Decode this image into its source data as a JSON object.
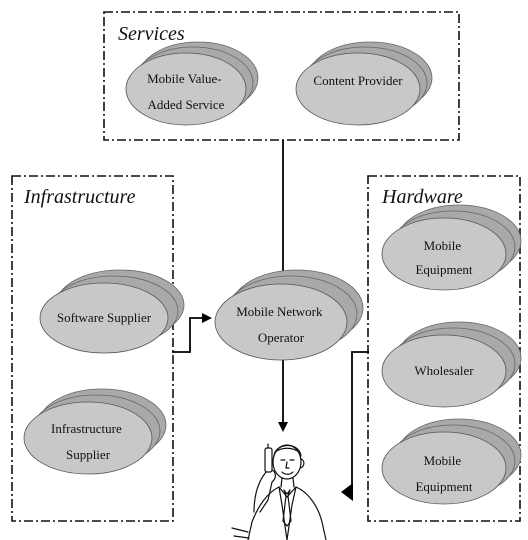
{
  "groups": {
    "services": "Services",
    "infrastructure": "Infrastructure",
    "hardware": "Hardware"
  },
  "nodes": {
    "mobile_vas": [
      "Mobile Value-",
      "Added Service"
    ],
    "content_provider": [
      "Content Provider"
    ],
    "software_supplier": [
      "Software Supplier"
    ],
    "infrastructure_supplier": [
      "Infrastructure",
      "Supplier"
    ],
    "mno": [
      "Mobile Network",
      "Operator"
    ],
    "mobile_equipment_1": [
      "Mobile",
      "Equipment"
    ],
    "wholesaler": [
      "Wholesaler"
    ],
    "mobile_equipment_2": [
      "Mobile",
      "Equipment"
    ]
  },
  "end_user_icon": "person-on-phone-icon"
}
